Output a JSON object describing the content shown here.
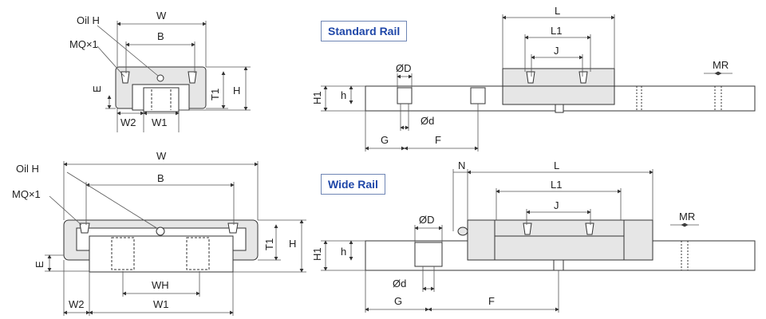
{
  "labels": {
    "standard_rail": "Standard Rail",
    "wide_rail": "Wide Rail",
    "oil_h": "Oil H",
    "mq": "MQ×1",
    "W": "W",
    "B": "B",
    "W1": "W1",
    "W2": "W2",
    "WH": "WH",
    "E": "E",
    "T1": "T1",
    "H": "H",
    "L": "L",
    "L1": "L1",
    "J": "J",
    "N": "N",
    "OD": "ØD",
    "Od": "Ød",
    "G": "G",
    "F": "F",
    "H1": "H1",
    "h": "h",
    "MR": "MR"
  },
  "colors": {
    "block_fill": "#e6e6e6",
    "line": "#333333",
    "dim": "#555555",
    "badge_text": "#1f47a8",
    "badge_border": "#6f86b5"
  }
}
